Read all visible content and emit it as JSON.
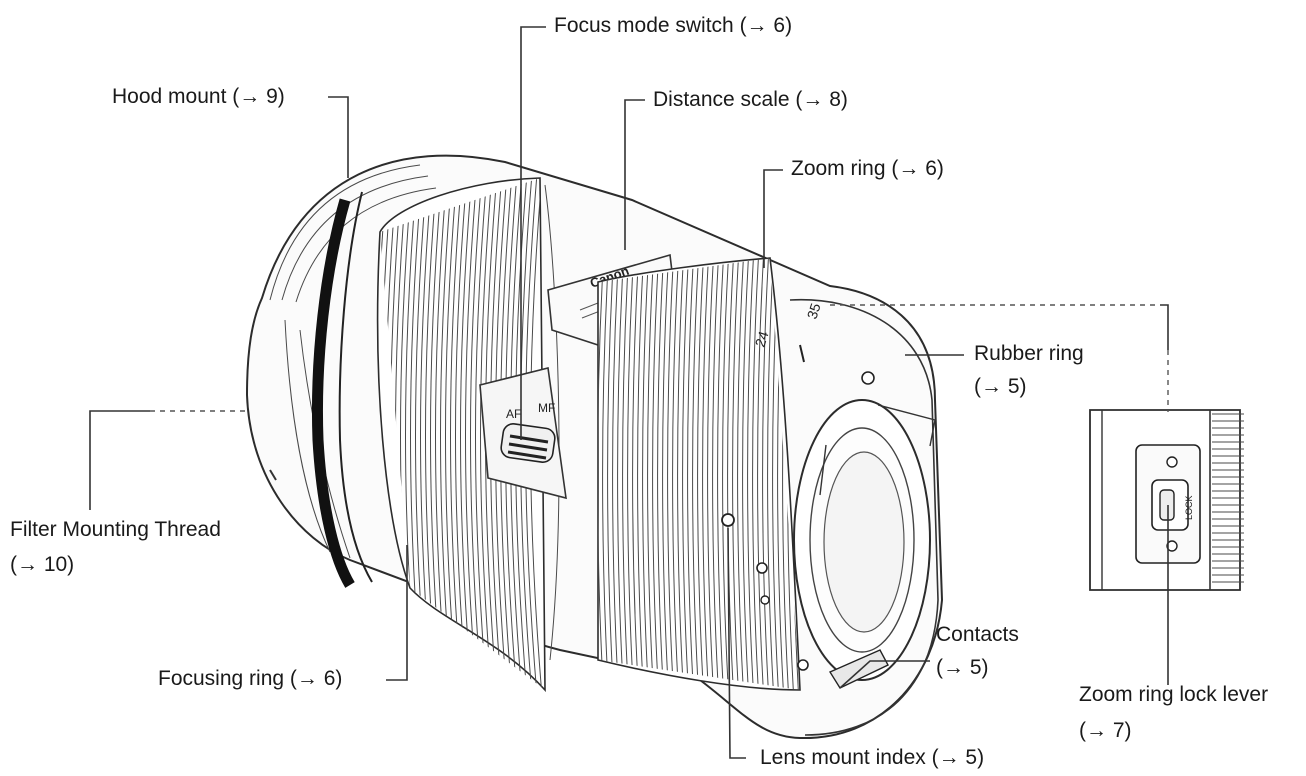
{
  "labels": {
    "focus_mode_switch": "Focus mode switch (→ 6)",
    "hood_mount": "Hood mount (→ 9)",
    "distance_scale": "Distance scale (→ 8)",
    "zoom_ring": "Zoom ring (→ 6)",
    "rubber_ring_1": "Rubber ring",
    "rubber_ring_2": "(→ 5)",
    "filter_thread_1": "Filter Mounting Thread",
    "filter_thread_2": "(→ 10)",
    "focusing_ring": "Focusing ring (→ 6)",
    "contacts_1": "Contacts",
    "contacts_2": "(→ 5)",
    "zoom_lock_1": "Zoom ring lock lever",
    "zoom_lock_2": "(→ 7)",
    "lens_mount_index": "Lens mount index (→ 5)"
  },
  "lens_markings": {
    "brand": "Canon",
    "af": "AF",
    "mf": "MF",
    "lock": "LOCK",
    "focal_24": "24",
    "focal_35": "35"
  }
}
